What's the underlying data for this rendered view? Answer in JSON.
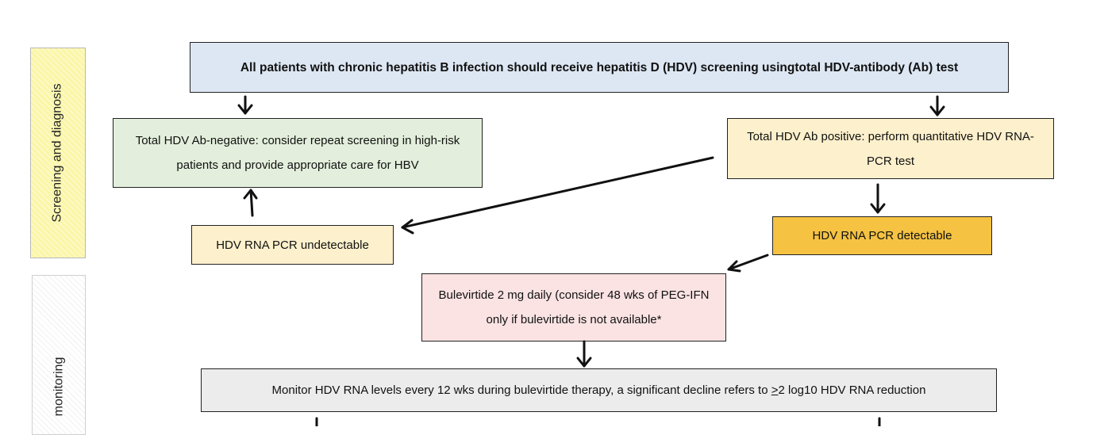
{
  "side_labels": {
    "screening": "Screening and diagnosis",
    "monitoring": "monitoring"
  },
  "boxes": {
    "top": "All patients with chronic hepatitis B infection should receive hepatitis D (HDV) screening usingtotal HDV-antibody (Ab) test",
    "negative": "Total HDV Ab-negative: consider repeat screening in high-risk patients and provide appropriate care for HBV",
    "positive": "Total HDV Ab positive: perform quantitative HDV RNA-PCR test",
    "undetectable": "HDV RNA PCR undetectable",
    "detectable": "HDV RNA PCR detectable",
    "bulevirtide": "Bulevirtide 2 mg daily (consider 48 wks of PEG-IFN only if bulevirtide is not available*",
    "monitor_pre": "Monitor HDV RNA levels every 12 wks during bulevirtide therapy, a significant decline refers to ",
    "monitor_sym": ">",
    "monitor_post": "2 log10 HDV RNA reduction"
  },
  "colors": {
    "top": "#dde7f3",
    "negative": "#e3efdc",
    "positive": "#fdf0cc",
    "detectable": "#f5c242",
    "bulevirtide": "#fbe3e3",
    "monitor": "#ececec",
    "side": "#fbf6a6"
  }
}
